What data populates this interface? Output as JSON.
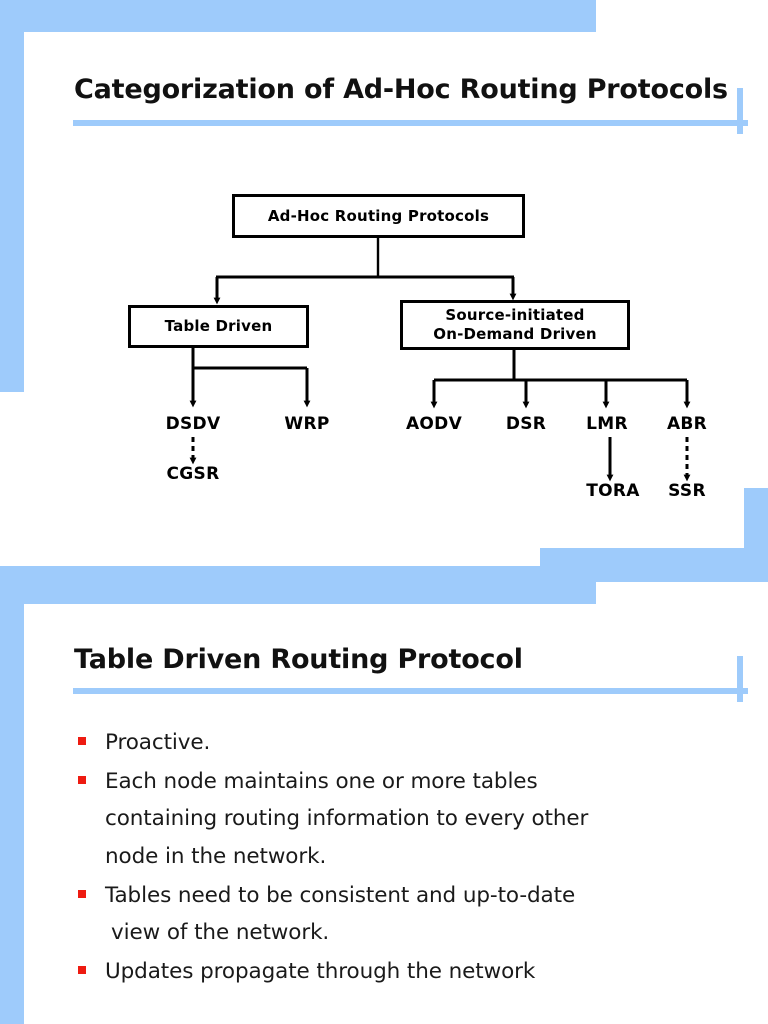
{
  "theme": {
    "accent_blue": "#9ECBFB",
    "bullet_red": "#EE1B11",
    "text_color": "#111111",
    "page_background": "#FFFFFF"
  },
  "slides": [
    {
      "title": "Categorization of Ad-Hoc Routing Protocols",
      "diagram": {
        "type": "tree",
        "root": "Ad-Hoc Routing Protocols",
        "branches": [
          {
            "label": "Table Driven",
            "children": [
              "DSDV",
              "WRP"
            ],
            "sub": [
              {
                "from": "DSDV",
                "to": "CGSR",
                "style": "dashed"
              }
            ]
          },
          {
            "label": "Source-initiated\nOn-Demand Driven",
            "label_line1": "Source-initiated",
            "label_line2": "On-Demand Driven",
            "children": [
              "AODV",
              "DSR",
              "LMR",
              "ABR"
            ],
            "sub": [
              {
                "from": "LMR",
                "to": "TORA",
                "style": "solid"
              },
              {
                "from": "ABR",
                "to": "SSR",
                "style": "dashed"
              }
            ]
          }
        ],
        "nodes": {
          "root": "Ad-Hoc Routing Protocols",
          "table_driven": "Table Driven",
          "source_initiated_line1": "Source-initiated",
          "source_initiated_line2": "On-Demand Driven",
          "dsdv": "DSDV",
          "wrp": "WRP",
          "aodv": "AODV",
          "dsr": "DSR",
          "lmr": "LMR",
          "abr": "ABR",
          "cgsr": "CGSR",
          "tora": "TORA",
          "ssr": "SSR"
        }
      }
    },
    {
      "title": "Table Driven Routing Protocol",
      "bullets": [
        {
          "lines": [
            "Proactive."
          ]
        },
        {
          "lines": [
            "Each node maintains one or more tables",
            "containing routing information to every other",
            "node in the network."
          ]
        },
        {
          "lines": [
            "Tables need to be consistent and up-to-date",
            " view of the network."
          ]
        },
        {
          "lines": [
            "Updates propagate through the network"
          ]
        }
      ]
    }
  ]
}
